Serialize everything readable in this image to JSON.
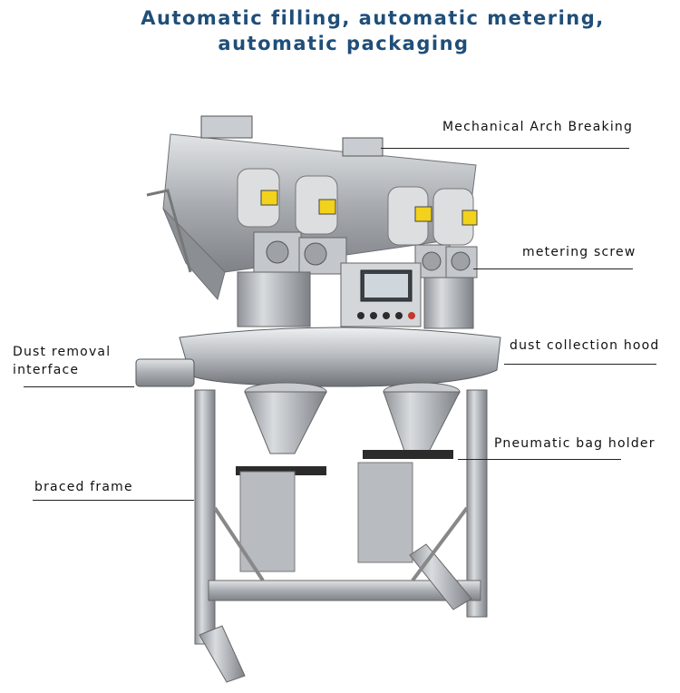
{
  "title": {
    "line1": "Automatic filling, automatic metering,",
    "line2": "automatic packaging"
  },
  "callouts": {
    "arch_breaking": "Mechanical Arch Breaking",
    "metering_screw": "metering screw",
    "dust_removal_1": "Dust removal",
    "dust_removal_2": "interface",
    "dust_hood": "dust collection hood",
    "bag_holder": "Pneumatic bag holder",
    "braced_frame": "braced frame"
  },
  "colors": {
    "title": "#1f4e79",
    "steel": "#b9bcc0",
    "motor": "#d8dadc",
    "warning_label": "#f2d21b"
  }
}
